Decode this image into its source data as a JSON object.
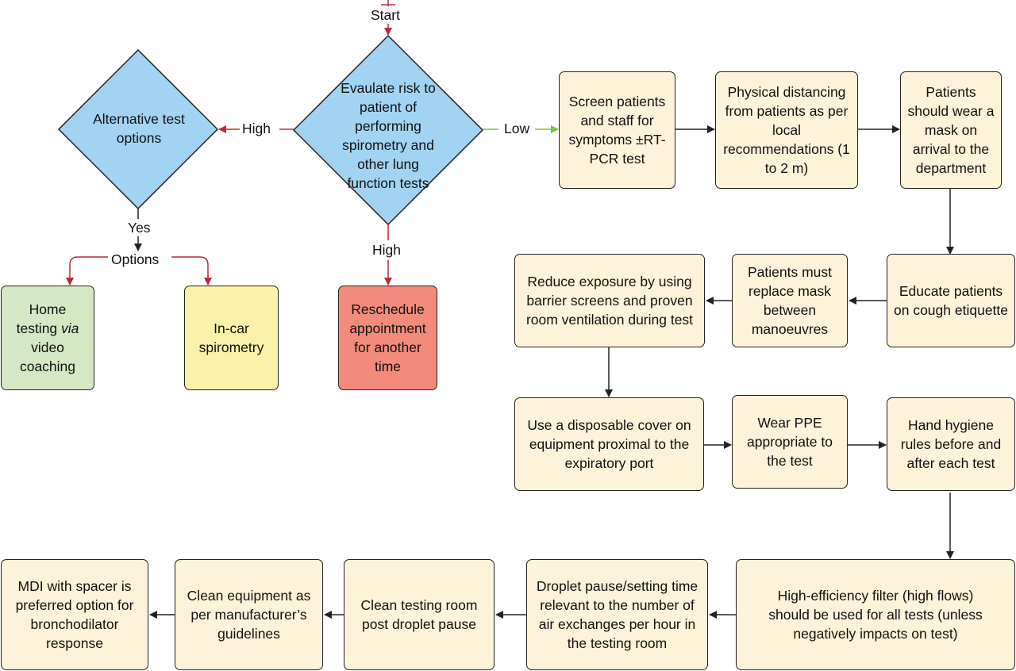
{
  "nodes": {
    "start": "Start",
    "evaluate": "Evaulate risk to patient of performing spirometry and other lung function tests",
    "alternative": "Alternative test options",
    "reschedule": "Reschedule appointment for another time",
    "home_pre": "Home testing ",
    "home_via": "via",
    "home_post": " video coaching",
    "incar": "In-car spirometry",
    "screen": "Screen patients and staff for symptoms ±RT-PCR test",
    "distancing": "Physical distancing from patients as per local recommendations (1 to 2 m)",
    "mask_arrival": "Patients should wear a mask on arrival to the department",
    "educate": "Educate patients on cough etiquette",
    "replace_mask": "Patients must replace mask between manoeuvres",
    "reduce_exposure": "Reduce exposure by using barrier screens and proven room ventilation during test",
    "disposable_cover": "Use a disposable cover on equipment proximal to the expiratory port",
    "ppe": "Wear PPE appropriate to the test",
    "hand_hygiene": "Hand hygiene rules before and after each test",
    "filter": "High-efficiency filter (high flows) should be used for all tests (unless negatively impacts on test)",
    "droplet_pause": "Droplet pause/setting time relevant to the number of air exchanges per hour in the testing room",
    "clean_room": "Clean testing room post droplet pause",
    "clean_equipment": "Clean equipment as per manufacturer’s guidelines",
    "mdi": "MDI with spacer is preferred option for bronchodilator response"
  },
  "labels": {
    "high_left": "High",
    "low": "Low",
    "high_down": "High",
    "yes": "Yes",
    "options": "Options"
  },
  "colors": {
    "diamond_fill": "#a3d3f2",
    "process_fill": "#fdf3d9",
    "home_fill": "#d5e8c4",
    "incar_fill": "#fbf1a9",
    "reschedule_fill": "#f28b7b",
    "high_arrow": "#c0283a",
    "low_arrow": "#79c143",
    "flow_arrow": "#222222"
  }
}
